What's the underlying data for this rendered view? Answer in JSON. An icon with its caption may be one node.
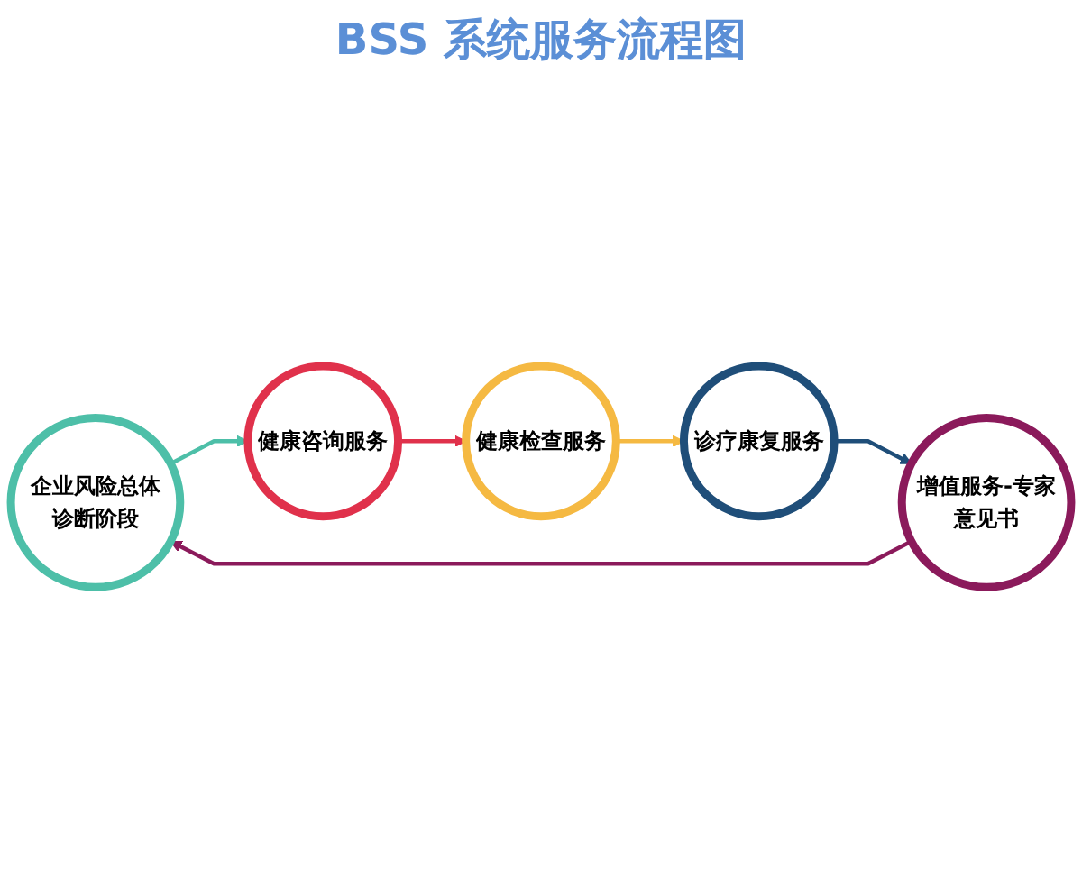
{
  "diagram": {
    "title": "BSS 系统服务流程图",
    "nodes": [
      {
        "text": [
          "企业风险总体诊断阶段"
        ]
      },
      {
        "text": [
          "健康咨询服务"
        ]
      },
      {
        "text": [
          "健康检查服务"
        ]
      },
      {
        "text": [
          "诊疗康复服务"
        ]
      },
      {
        "text": [
          "增值服务-专家意见书"
        ]
      }
    ],
    "edges": [
      {
        "from": 0,
        "to": 1,
        "arrow": "to",
        "color": "#4dbfa8"
      },
      {
        "from": 1,
        "to": 2,
        "arrow": "to",
        "color": "#e0314b"
      },
      {
        "from": 2,
        "to": 3,
        "arrow": "to",
        "color": "#f5b942"
      },
      {
        "from": 3,
        "to": 4,
        "arrow": "to",
        "color": "#1f4e79"
      },
      {
        "from": 4,
        "to": 0,
        "arrow": "to",
        "color": "#8b1a5b"
      }
    ]
  }
}
